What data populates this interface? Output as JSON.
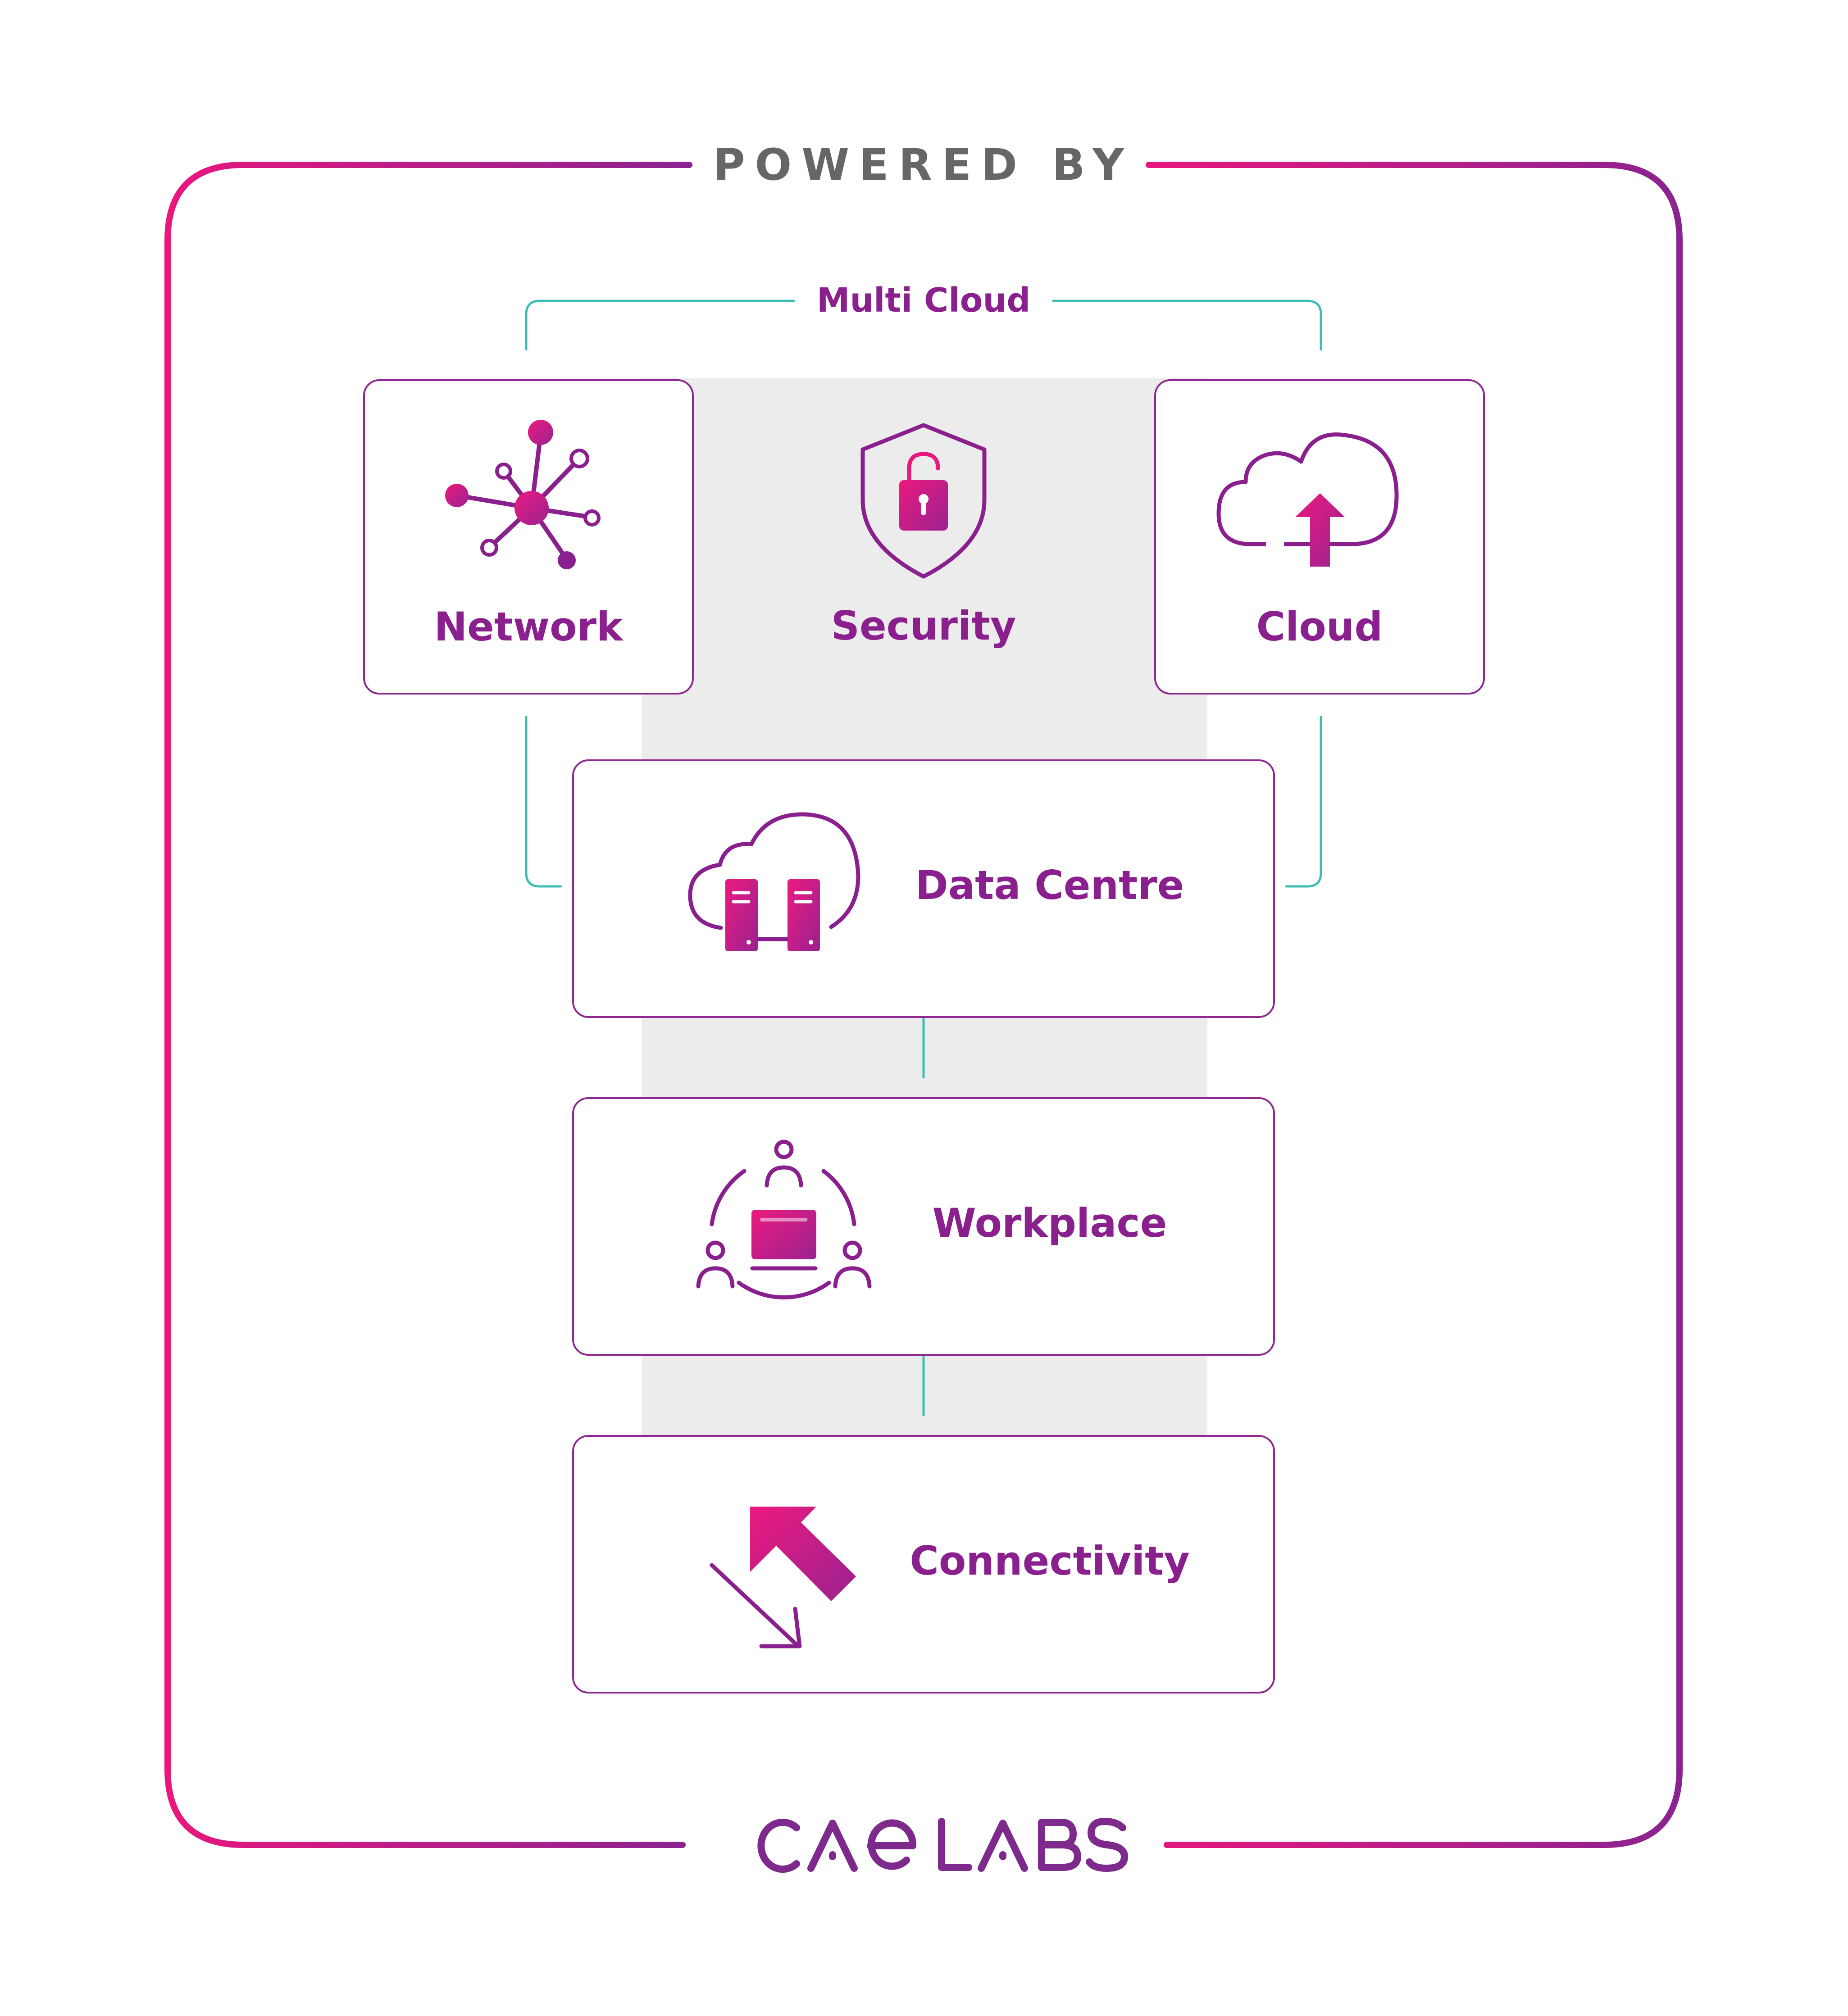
{
  "header": {
    "label": "POWERED BY"
  },
  "group": {
    "label": "Multi Cloud"
  },
  "top_cards": [
    {
      "label": "Network",
      "icon": "network-icon"
    },
    {
      "label": "Security",
      "icon": "shield-lock-icon"
    },
    {
      "label": "Cloud",
      "icon": "cloud-upload-icon"
    }
  ],
  "stack_cards": [
    {
      "label": "Data Centre",
      "icon": "cloud-server-icon"
    },
    {
      "label": "Workplace",
      "icon": "users-laptop-icon"
    },
    {
      "label": "Connectivity",
      "icon": "arrows-exchange-icon"
    }
  ],
  "footer": {
    "logo_text": "CAE LABS"
  },
  "colors": {
    "pink": "#e8177d",
    "purple": "#8a1f8e",
    "teal": "#3dbdb4",
    "gray_panel": "#ececec",
    "heading_gray": "#666666"
  }
}
